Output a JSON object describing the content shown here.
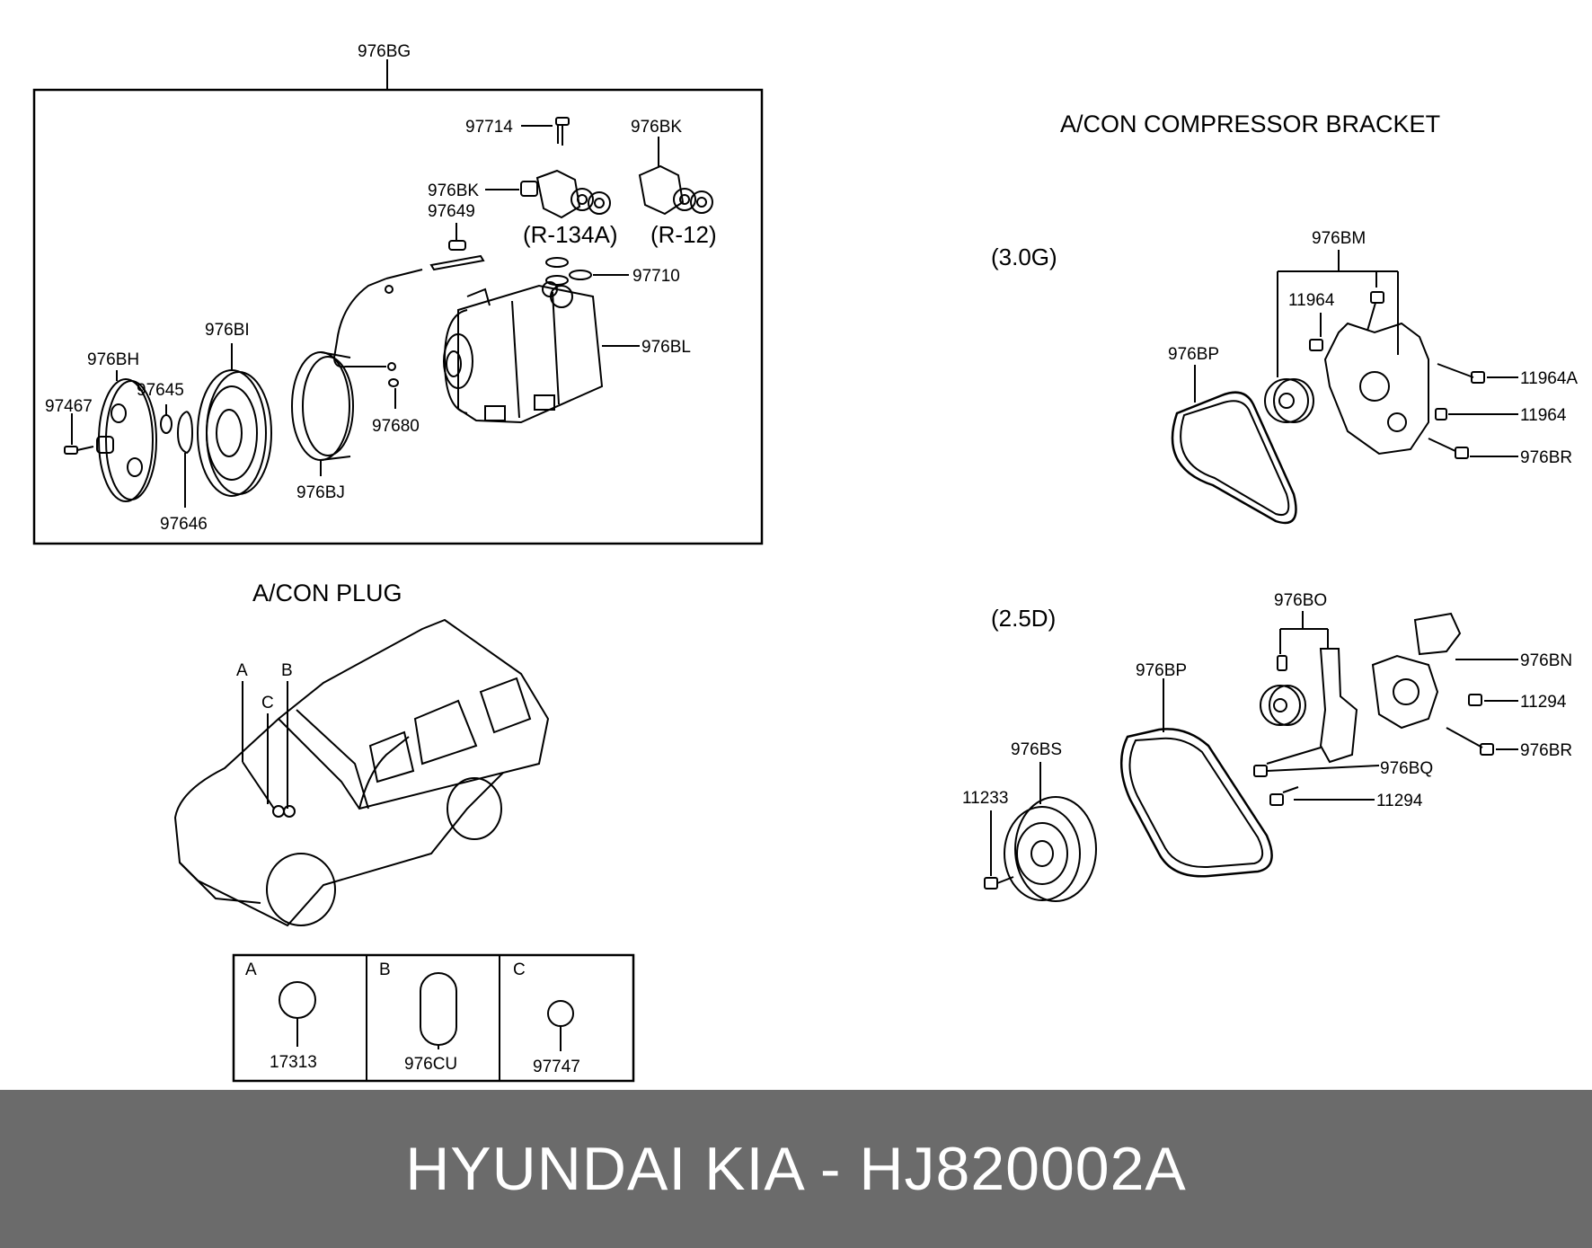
{
  "sections": {
    "compressor_bracket": "A/CON COMPRESSOR BRACKET",
    "plug": "A/CON PLUG",
    "config_30g": "(3.0G)",
    "config_25d": "(2.5D)",
    "refrigerant_r134a": "(R-134A)",
    "refrigerant_r12": "(R-12)"
  },
  "compressor_parts": {
    "assembly": "976BG",
    "bolt_top": "97714",
    "valve_r12": "976BK",
    "valve_r134a": "976BK",
    "gasket": "97649",
    "o_ring": "97710",
    "compressor": "976BL",
    "field_coil_harness": "97680",
    "field_coil": "976BJ",
    "pulley": "976BI",
    "hub": "976BH",
    "shim": "97645",
    "snap_ring": "97646",
    "bolt_hub": "97467"
  },
  "bracket_30g": {
    "bracket": "976BM",
    "bolt_a": "11964",
    "belt": "976BP",
    "bolt_b": "11964A",
    "bolt_c": "11964",
    "bolt_d": "976BR"
  },
  "bracket_25d": {
    "idler": "976BO",
    "belt": "976BP",
    "bracket": "976BN",
    "bolt_a": "11294",
    "bolt_b": "976BR",
    "bolt_c": "976BQ",
    "bolt_d": "11294",
    "pulley_tensioner": "976BS",
    "bolt_e": "11233"
  },
  "plug_callouts": {
    "a": "A",
    "b": "B",
    "c": "C"
  },
  "plug_table": [
    {
      "letter": "A",
      "part": "17313"
    },
    {
      "letter": "B",
      "part": "976CU"
    },
    {
      "letter": "C",
      "part": "97747"
    }
  ],
  "footer": "HYUNDAI KIA - HJ820002A"
}
